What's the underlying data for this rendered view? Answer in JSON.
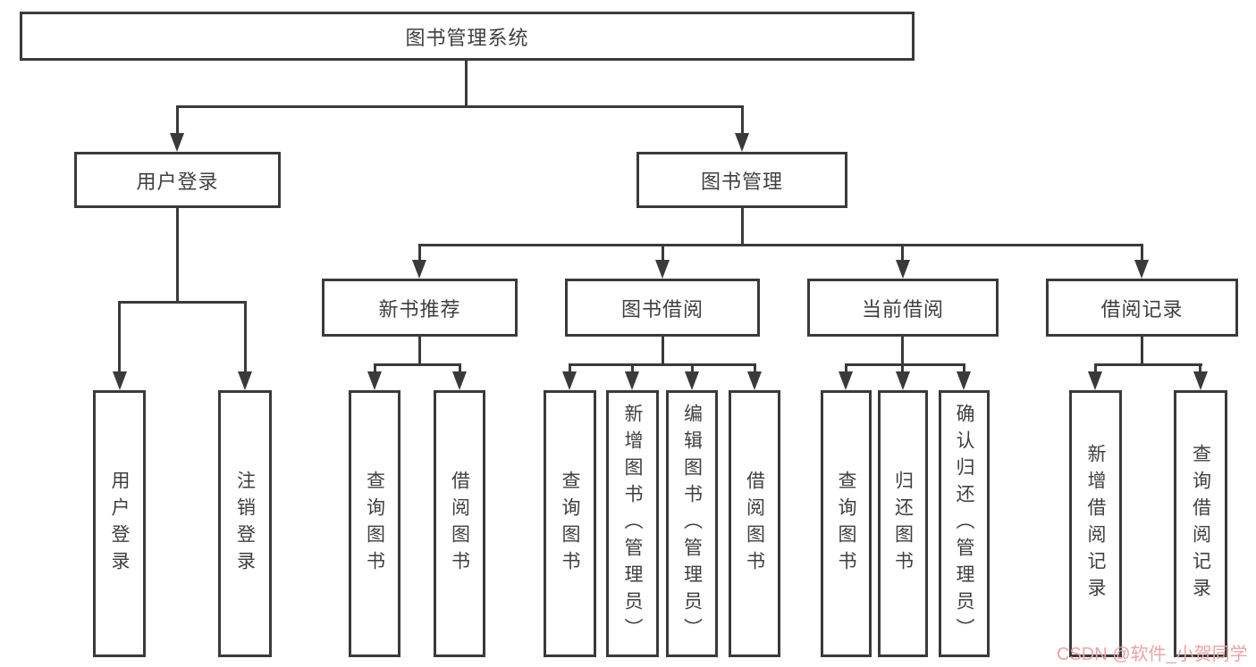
{
  "colors": {
    "line": "#3a3a3a",
    "text": "#3f3f3f",
    "background": "#ffffff",
    "watermark_text": "#eda3a3"
  },
  "watermark": {
    "text": "CSDN @软件_小贺同学"
  },
  "tree": {
    "root": {
      "label": "图书管理系统"
    },
    "branches": [
      {
        "label": "用户登录",
        "children": [
          {
            "label": "用户登录"
          },
          {
            "label": "注销登录"
          }
        ]
      },
      {
        "label": "图书管理",
        "groups": [
          {
            "label": "新书推荐",
            "children": [
              {
                "label": "查询图书"
              },
              {
                "label": "借阅图书"
              }
            ]
          },
          {
            "label": "图书借阅",
            "children": [
              {
                "label": "查询图书"
              },
              {
                "label": "新增图书（管理员）"
              },
              {
                "label": "编辑图书（管理员）"
              },
              {
                "label": "借阅图书"
              }
            ]
          },
          {
            "label": "当前借阅",
            "children": [
              {
                "label": "查询图书"
              },
              {
                "label": "归还图书"
              },
              {
                "label": "确认归还（管理员）"
              }
            ]
          },
          {
            "label": "借阅记录",
            "children": [
              {
                "label": "新增借阅记录"
              },
              {
                "label": "查询借阅记录"
              }
            ]
          }
        ]
      }
    ]
  }
}
